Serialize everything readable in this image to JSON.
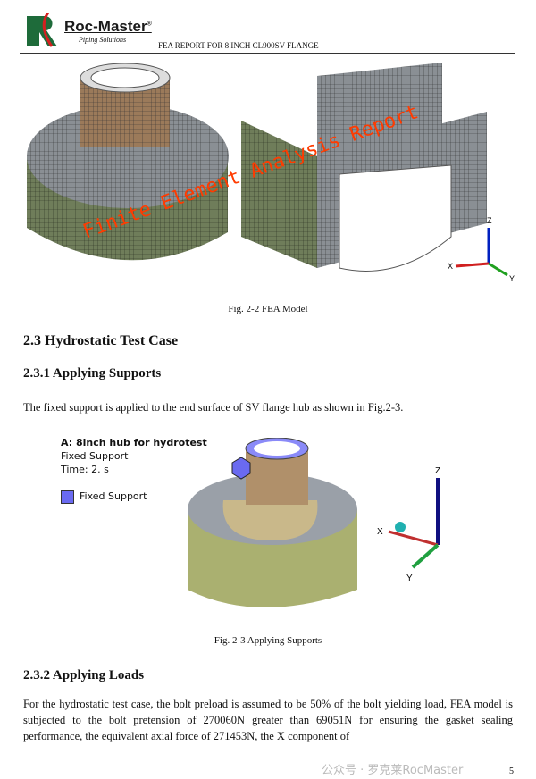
{
  "header": {
    "brand": "Roc-Master",
    "registered": "®",
    "tagline": "Piping Solutions",
    "title": "FEA REPORT FOR 8 INCH CL900SV FLANGE"
  },
  "fig22": {
    "caption": "Fig. 2-2 FEA Model",
    "axes": {
      "z": "Z",
      "x": "X",
      "y": "Y"
    }
  },
  "section": {
    "h23": "2.3 Hydrostatic Test Case",
    "h231": "2.3.1 Applying Supports",
    "p1": "The fixed support is applied to the end surface of SV flange hub as shown in Fig.2-3."
  },
  "fig23": {
    "legend_title": "A: 8inch hub for hydrotest",
    "legend_type": "Fixed Support",
    "legend_time": "Time: 2. s",
    "legend_item": "Fixed Support",
    "caption": "Fig. 2-3 Applying Supports",
    "axes": {
      "z": "Z",
      "x": "X",
      "y": "Y"
    }
  },
  "section2": {
    "h232": "2.3.2 Applying Loads",
    "p2": "For the hydrostatic test case, the bolt preload is assumed to be 50% of the bolt yielding load, FEA model is subjected to the bolt pretension of 270060N greater than 69051N for ensuring the gasket sealing performance, the equivalent axial force of 271453N, the X component of"
  },
  "watermark": "Finite Element Analysis Report",
  "footer_watermark": "公众号 · 罗克莱RocMaster",
  "page_number": "5"
}
